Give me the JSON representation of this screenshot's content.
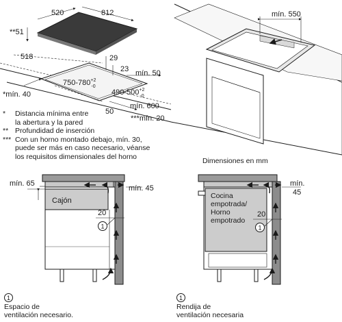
{
  "top_left": {
    "dims": {
      "d520": "520",
      "d812": "812",
      "d51": "**51",
      "d518": "518",
      "d29": "29",
      "d23": "23",
      "d50a": "mín. 50",
      "d750": "750-780",
      "d750sup": "+2",
      "d750sub": "-0",
      "d490": "490-500",
      "d490sup": "+2",
      "d490sub": "-0",
      "d40": "*mín. 40",
      "d50b": "50",
      "d600": "mín. 600",
      "d20": "***mín. 20"
    }
  },
  "notes": [
    {
      "mark": "*",
      "text": "Distancia mínima entre"
    },
    {
      "mark": "",
      "text": "la abertura y la pared"
    },
    {
      "mark": "**",
      "text": "Profundidad de inserción"
    },
    {
      "mark": "***",
      "text": "Con un horno montado debajo, mín. 30,"
    },
    {
      "mark": "",
      "text": "puede ser más en caso necesario, véanse"
    },
    {
      "mark": "",
      "text": "los requisitos dimensionales del horno"
    }
  ],
  "top_right": {
    "d550": "mín. 550"
  },
  "units_caption": "Dimensiones en mm",
  "bottom_left": {
    "d65": "mín. 65",
    "d45": "mín. 45",
    "drawer": "Cajón",
    "d20": "20",
    "callout": "1",
    "caption_num": "1",
    "caption_line1": "Espacio de",
    "caption_line2": "ventilación necesario."
  },
  "bottom_right": {
    "d45a": "mín.",
    "d45b": "45",
    "oven1": "Cocina",
    "oven2": "empotrada/",
    "oven3": "Horno",
    "oven4": "empotrado",
    "d20": "20",
    "callout": "1",
    "caption_num": "1",
    "caption_line1": "Rendija de",
    "caption_line2": "ventilación necesaria"
  }
}
